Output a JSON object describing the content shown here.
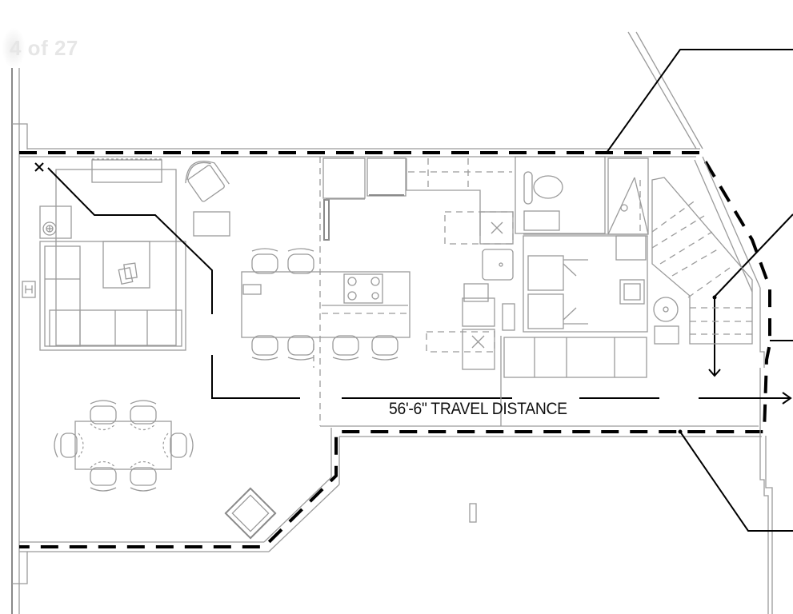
{
  "viewer": {
    "page_counter": "4 of 27",
    "current_page": 4,
    "total_pages": 27
  },
  "drawing": {
    "type": "architectural floor plan",
    "annotation": {
      "travel_distance_label": "56'-6\" TRAVEL DISTANCE",
      "travel_distance_value": "56'-6\""
    },
    "rooms": [
      {
        "name": "living-area",
        "furniture": [
          "sectional-sofa",
          "coffee-table",
          "side-table",
          "lounge-chair",
          "ottoman",
          "media-console"
        ]
      },
      {
        "name": "dining-area",
        "furniture": [
          "dining-table",
          "six-chairs"
        ]
      },
      {
        "name": "kitchen",
        "furniture": [
          "kitchen-island",
          "cooktop",
          "six-bar-stools",
          "refrigerator",
          "oven",
          "sink"
        ]
      },
      {
        "name": "bathroom",
        "furniture": [
          "toilet",
          "shower",
          "vanity-sink"
        ]
      },
      {
        "name": "laundry",
        "furniture": [
          "washer",
          "dryer",
          "sink"
        ]
      },
      {
        "name": "stair",
        "furniture": [
          "stair-run",
          "down-arrow"
        ]
      }
    ],
    "colors": {
      "linework": "#9a9a9a",
      "egress_path": "#000000",
      "boundary_dash": "#000000",
      "background": "#ffffff",
      "page_counter": "#e6e6e6"
    }
  }
}
